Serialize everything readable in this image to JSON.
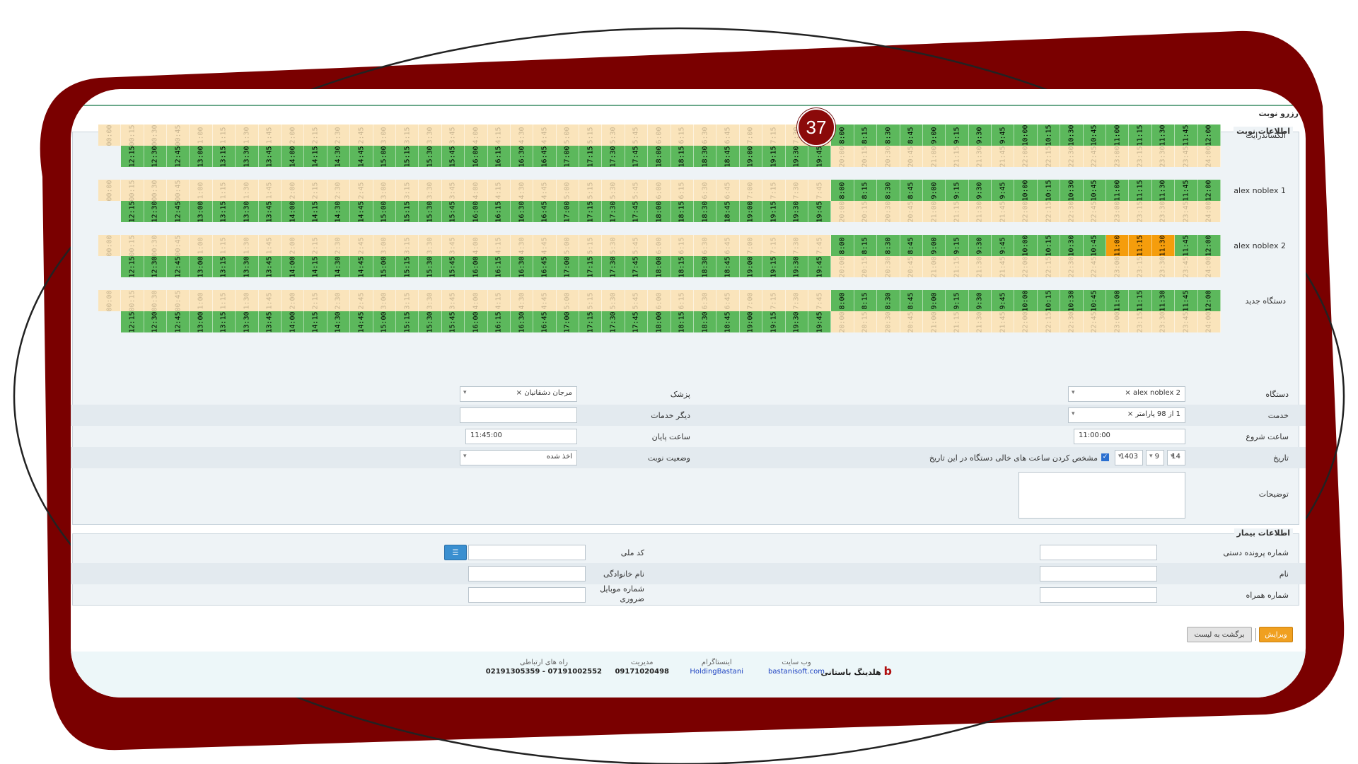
{
  "step_number": "37",
  "page_title": "رزرو نوبت",
  "appointment_section_title": "اطلاعات نوبت",
  "patient_section_title": "اطلاعات بیمار",
  "schedule": {
    "devices": [
      {
        "name": "الکساندرایت",
        "top_orange": [],
        "bottom_orange": []
      },
      {
        "name": "alex noblex 1",
        "top_orange": [],
        "bottom_orange": []
      },
      {
        "name": "alex noblex 2",
        "top_orange": [
          "11:30",
          "11:15",
          "11:00"
        ],
        "bottom_orange": []
      },
      {
        "name": "دستگاه جدید",
        "top_orange": [],
        "bottom_orange": []
      }
    ],
    "top_row": [
      {
        "t": "12:00",
        "s": "g"
      },
      {
        "t": "11:45",
        "s": "g"
      },
      {
        "t": "11:30",
        "s": "g"
      },
      {
        "t": "11:15",
        "s": "g"
      },
      {
        "t": "11:00",
        "s": "g"
      },
      {
        "t": "10:45",
        "s": "g"
      },
      {
        "t": "10:30",
        "s": "g"
      },
      {
        "t": "10:15",
        "s": "g"
      },
      {
        "t": "10:00",
        "s": "g"
      },
      {
        "t": "9:45",
        "s": "g"
      },
      {
        "t": "9:30",
        "s": "g"
      },
      {
        "t": "9:15",
        "s": "g"
      },
      {
        "t": "9:00",
        "s": "g"
      },
      {
        "t": "8:45",
        "s": "g"
      },
      {
        "t": "8:30",
        "s": "g"
      },
      {
        "t": "8:15",
        "s": "g"
      },
      {
        "t": "8:00",
        "s": "g"
      },
      {
        "t": "7:45",
        "s": "f"
      },
      {
        "t": "7:30",
        "s": "f"
      },
      {
        "t": "7:15",
        "s": "f"
      },
      {
        "t": "7:00",
        "s": "f"
      },
      {
        "t": "6:45",
        "s": "f"
      },
      {
        "t": "6:30",
        "s": "f"
      },
      {
        "t": "6:15",
        "s": "f"
      },
      {
        "t": "6:00",
        "s": "f"
      },
      {
        "t": "5:45",
        "s": "f"
      },
      {
        "t": "5:30",
        "s": "f"
      },
      {
        "t": "5:15",
        "s": "f"
      },
      {
        "t": "5:00",
        "s": "f"
      },
      {
        "t": "4:45",
        "s": "f"
      },
      {
        "t": "4:30",
        "s": "f"
      },
      {
        "t": "4:15",
        "s": "f"
      },
      {
        "t": "4:00",
        "s": "f"
      },
      {
        "t": "3:45",
        "s": "f"
      },
      {
        "t": "3:30",
        "s": "f"
      },
      {
        "t": "3:15",
        "s": "f"
      },
      {
        "t": "3:00",
        "s": "f"
      },
      {
        "t": "2:45",
        "s": "f"
      },
      {
        "t": "2:30",
        "s": "f"
      },
      {
        "t": "2:15",
        "s": "f"
      },
      {
        "t": "2:00",
        "s": "f"
      },
      {
        "t": "1:45",
        "s": "f"
      },
      {
        "t": "1:30",
        "s": "f"
      },
      {
        "t": "1:15",
        "s": "f"
      },
      {
        "t": "1:00",
        "s": "f"
      },
      {
        "t": "00:45",
        "s": "f"
      },
      {
        "t": "00:30",
        "s": "f"
      },
      {
        "t": "00:15",
        "s": "f"
      },
      {
        "t": "00:00",
        "s": "f"
      }
    ],
    "bottom_row": [
      {
        "t": "24:00",
        "s": "f"
      },
      {
        "t": "23:45",
        "s": "f"
      },
      {
        "t": "23:30",
        "s": "f"
      },
      {
        "t": "23:15",
        "s": "f"
      },
      {
        "t": "23:00",
        "s": "f"
      },
      {
        "t": "22:45",
        "s": "f"
      },
      {
        "t": "22:30",
        "s": "f"
      },
      {
        "t": "22:15",
        "s": "f"
      },
      {
        "t": "22:00",
        "s": "f"
      },
      {
        "t": "21:45",
        "s": "f"
      },
      {
        "t": "21:30",
        "s": "f"
      },
      {
        "t": "21:15",
        "s": "f"
      },
      {
        "t": "21:00",
        "s": "f"
      },
      {
        "t": "20:45",
        "s": "f"
      },
      {
        "t": "20:30",
        "s": "f"
      },
      {
        "t": "20:15",
        "s": "f"
      },
      {
        "t": "20:00",
        "s": "f"
      },
      {
        "t": "19:45",
        "s": "g"
      },
      {
        "t": "19:30",
        "s": "g"
      },
      {
        "t": "19:15",
        "s": "g"
      },
      {
        "t": "19:00",
        "s": "g"
      },
      {
        "t": "18:45",
        "s": "g"
      },
      {
        "t": "18:30",
        "s": "g"
      },
      {
        "t": "18:15",
        "s": "g"
      },
      {
        "t": "18:00",
        "s": "g"
      },
      {
        "t": "17:45",
        "s": "g"
      },
      {
        "t": "17:30",
        "s": "g"
      },
      {
        "t": "17:15",
        "s": "g"
      },
      {
        "t": "17:00",
        "s": "g"
      },
      {
        "t": "16:45",
        "s": "g"
      },
      {
        "t": "16:30",
        "s": "g"
      },
      {
        "t": "16:15",
        "s": "g"
      },
      {
        "t": "16:00",
        "s": "g"
      },
      {
        "t": "15:45",
        "s": "g"
      },
      {
        "t": "15:30",
        "s": "g"
      },
      {
        "t": "15:15",
        "s": "g"
      },
      {
        "t": "15:00",
        "s": "g"
      },
      {
        "t": "14:45",
        "s": "g"
      },
      {
        "t": "14:30",
        "s": "g"
      },
      {
        "t": "14:15",
        "s": "g"
      },
      {
        "t": "14:00",
        "s": "g"
      },
      {
        "t": "13:45",
        "s": "g"
      },
      {
        "t": "13:30",
        "s": "g"
      },
      {
        "t": "13:15",
        "s": "g"
      },
      {
        "t": "13:00",
        "s": "g"
      },
      {
        "t": "12:45",
        "s": "g"
      },
      {
        "t": "12:30",
        "s": "g"
      },
      {
        "t": "12:15",
        "s": "g"
      }
    ]
  },
  "form": {
    "device_label": "دستگاه",
    "device_value": "alex noblex 2",
    "doctor_label": "پزشک",
    "doctor_value": "مرجان   دشقانیان",
    "service_label": "خدمت",
    "service_value": "1 از 98 پارامتر",
    "other_services_label": "دیگر خدمات",
    "other_services_value": "",
    "start_time_label": "ساعت شروع",
    "start_time_value": "11:00:00",
    "end_time_label": "ساعت پایان",
    "end_time_value": "11:45:00",
    "date_label": "تاریخ",
    "date_day": "14",
    "date_month": "9",
    "date_year": "1403",
    "free_slots_checkbox_label": "مشخص کردن ساعت های خالی دستگاه در این تاریخ",
    "free_slots_checked": true,
    "status_label": "وضعیت نوبت",
    "status_value": "اخذ شده",
    "notes_label": "توضیحات",
    "notes_value": ""
  },
  "patient": {
    "file_number_label": "شماره پرونده دستی",
    "national_code_label": "کد ملی",
    "first_name_label": "نام",
    "last_name_label": "نام خانوادگی",
    "companion_phone_label": "شماره همراه",
    "emergency_mobile_label_1": "شماره موبایل",
    "emergency_mobile_label_2": "ضروری",
    "file_number_value": "",
    "national_code_value": "",
    "first_name_value": "",
    "last_name_value": "",
    "companion_phone_value": "",
    "emergency_mobile_value": ""
  },
  "actions": {
    "edit_label": "ویرایش",
    "back_label": "برگشت به لیست"
  },
  "footer": {
    "brand": "هلدینگ باستانی",
    "website_label": "وب سایت",
    "website_value": "bastanisoft.com",
    "instagram_label": "اینستاگرام",
    "instagram_value": "HoldingBastani",
    "management_label": "مدیریت",
    "management_value": "09171020498",
    "contact_label": "راه های ارتباطی",
    "contact_value": "07191002552 - 02191305359"
  },
  "colors": {
    "frame_red": "#7a0000",
    "slot_free": "#fae4bb",
    "slot_available": "#5cb85c",
    "slot_selected": "#f59d0c",
    "edit_button": "#f0a020"
  }
}
